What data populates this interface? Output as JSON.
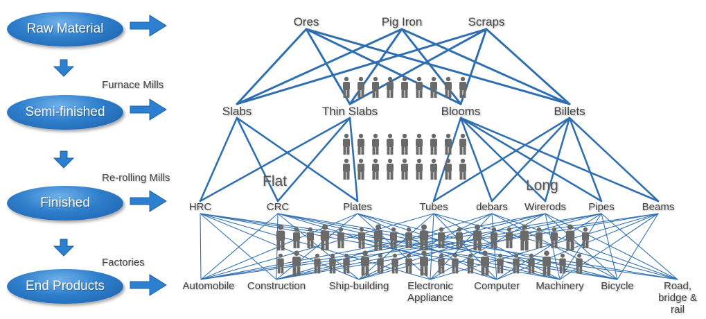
{
  "stages": [
    {
      "label": "Raw Material"
    },
    {
      "label": "Semi-finished"
    },
    {
      "label": "Finished"
    },
    {
      "label": "End Products"
    }
  ],
  "stage_notes": [
    "Furnace Mills",
    "Re-rolling Mills",
    "Factories"
  ],
  "raw_materials": [
    "Ores",
    "Pig Iron",
    "Scraps"
  ],
  "semi_finished": [
    "Slabs",
    "Thin Slabs",
    "Blooms",
    "Billets"
  ],
  "finished": [
    "HRC",
    "CRC",
    "Plates",
    "Tubes",
    "debars",
    "Wirerods",
    "Pipes",
    "Beams"
  ],
  "finished_groups": [
    "Flat",
    "Long"
  ],
  "end_products": [
    "Automobile",
    "Construction",
    "Ship-building",
    "Electronic Appliance",
    "Computer",
    "Machinery",
    "Bicycle",
    "Road, bridge & rail"
  ],
  "colors": {
    "pill": "#2f7fcc",
    "arrow": "#2d7fd0",
    "line": "#2f6fb0",
    "figure": "#6a6a6a"
  }
}
